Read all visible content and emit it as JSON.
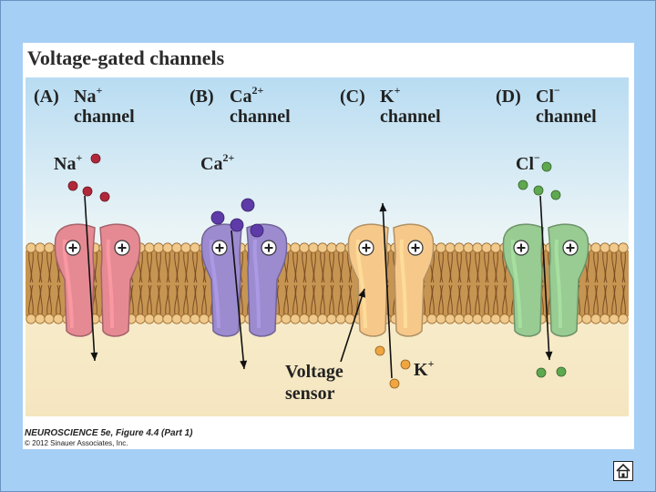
{
  "figure": {
    "title": "Voltage-gated channels",
    "channels": [
      {
        "tag": "(A)",
        "ion_base": "Na",
        "ion_charge": "+",
        "word": "channel",
        "color": "#e58a93"
      },
      {
        "tag": "(B)",
        "ion_base": "Ca",
        "ion_charge": "2+",
        "word": "channel",
        "color": "#9d8bd0"
      },
      {
        "tag": "(C)",
        "ion_base": "K",
        "ion_charge": "+",
        "word": "channel",
        "color": "#f6c98b"
      },
      {
        "tag": "(D)",
        "ion_base": "Cl",
        "ion_charge": "−",
        "word": "channel",
        "color": "#98cc92"
      }
    ],
    "ions": {
      "na": {
        "base": "Na",
        "charge": "+"
      },
      "ca": {
        "base": "Ca",
        "charge": "2+"
      },
      "k": {
        "base": "K",
        "charge": "+"
      },
      "cl": {
        "base": "Cl",
        "charge": "−"
      }
    },
    "voltage_sensor": {
      "line1": "Voltage",
      "line2": "sensor"
    },
    "credit": {
      "source": "NEUROSCIENCE 5e, Figure 4.4 (Part 1)",
      "copyright": "© 2012 Sinauer Associates, Inc."
    }
  },
  "nav": {
    "home_icon": "home-icon"
  }
}
